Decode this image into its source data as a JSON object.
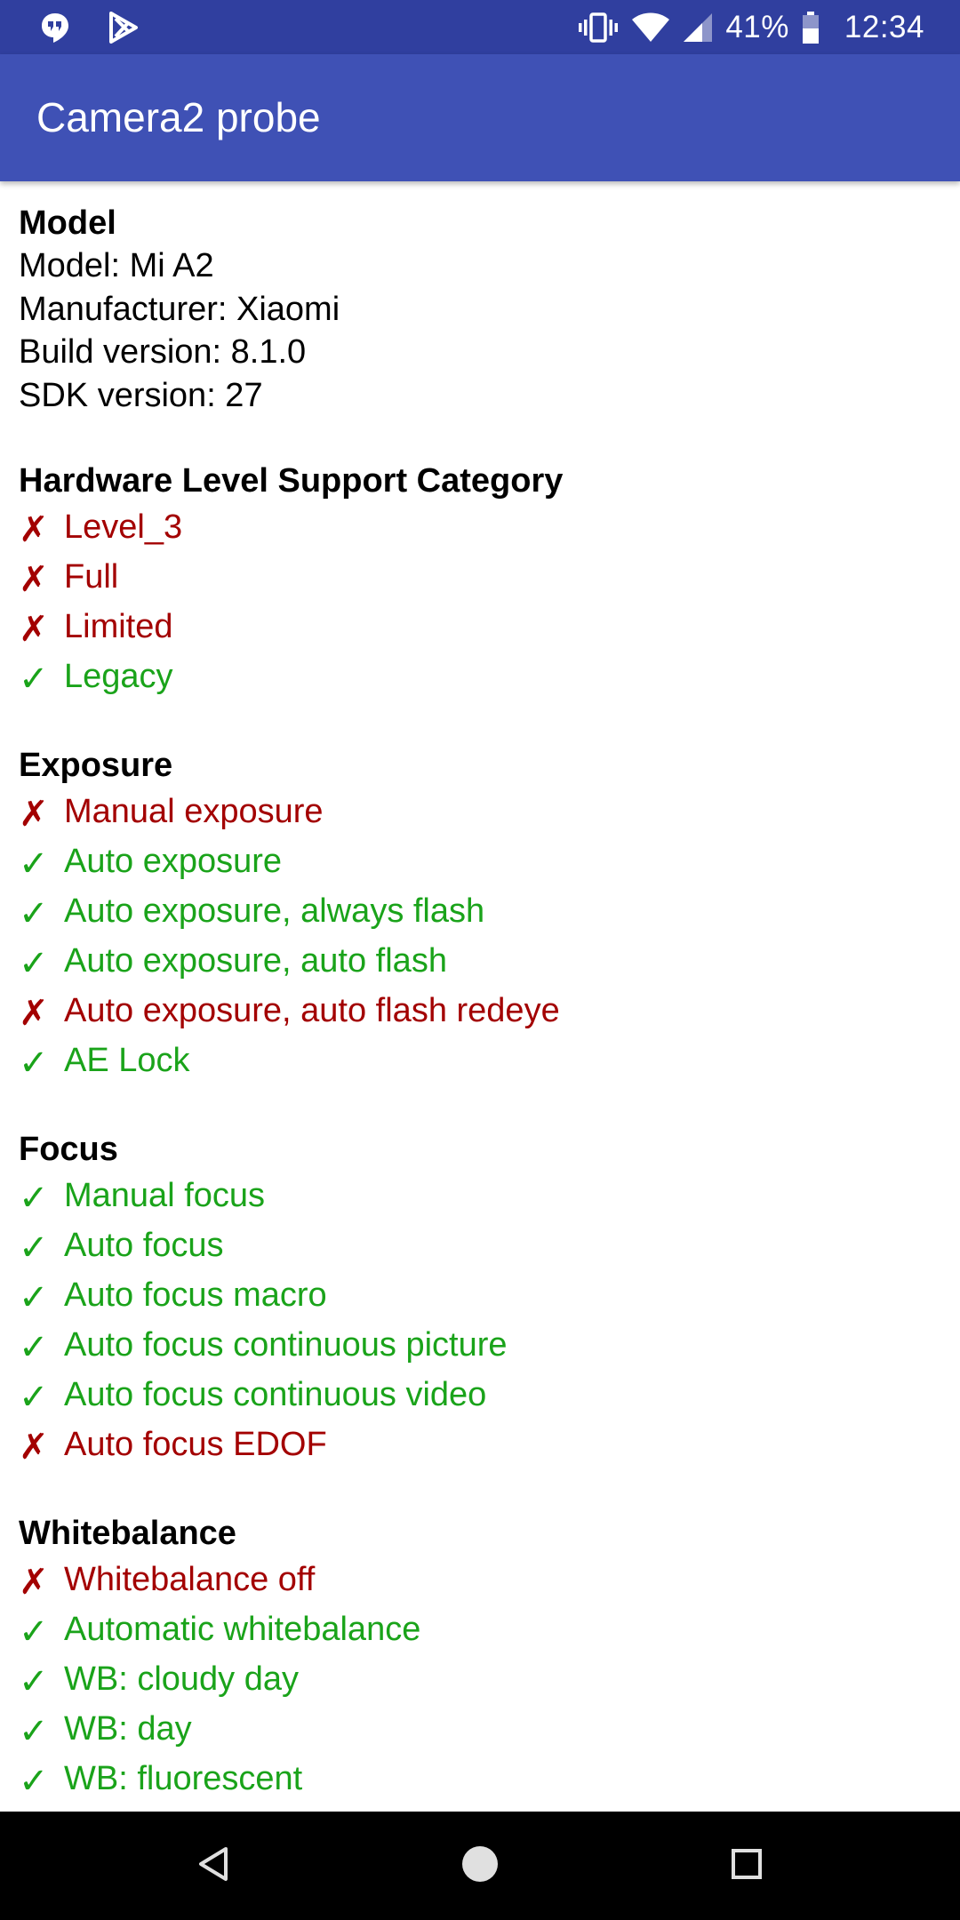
{
  "status_bar": {
    "battery_percent": "41%",
    "time": "12:34",
    "icons": [
      "hangouts-icon",
      "play-store-icon",
      "vibrate-icon",
      "wifi-icon",
      "cell-signal-icon",
      "battery-icon"
    ]
  },
  "app_bar": {
    "title": "Camera2 probe"
  },
  "colors": {
    "status_bar": "#303f9f",
    "app_bar": "#3f51b5",
    "supported": "#1aa31a",
    "unsupported": "#a30000"
  },
  "glyphs": {
    "supported": "✓",
    "unsupported": "✗"
  },
  "model": {
    "title": "Model",
    "lines": [
      "Model: Mi A2",
      "Manufacturer: Xiaomi",
      "Build version: 8.1.0",
      "SDK version: 27"
    ]
  },
  "hardware_level": {
    "title": "Hardware Level Support Category",
    "items": [
      {
        "label": "Level_3",
        "supported": false
      },
      {
        "label": "Full",
        "supported": false
      },
      {
        "label": "Limited",
        "supported": false
      },
      {
        "label": "Legacy",
        "supported": true
      }
    ]
  },
  "exposure": {
    "title": "Exposure",
    "items": [
      {
        "label": "Manual exposure",
        "supported": false
      },
      {
        "label": "Auto exposure",
        "supported": true
      },
      {
        "label": "Auto exposure, always flash",
        "supported": true
      },
      {
        "label": "Auto exposure, auto flash",
        "supported": true
      },
      {
        "label": "Auto exposure, auto flash redeye",
        "supported": false
      },
      {
        "label": "AE Lock",
        "supported": true
      }
    ]
  },
  "focus": {
    "title": "Focus",
    "items": [
      {
        "label": "Manual focus",
        "supported": true
      },
      {
        "label": "Auto focus",
        "supported": true
      },
      {
        "label": "Auto focus macro",
        "supported": true
      },
      {
        "label": "Auto focus continuous picture",
        "supported": true
      },
      {
        "label": "Auto focus continuous video",
        "supported": true
      },
      {
        "label": "Auto focus EDOF",
        "supported": false
      }
    ]
  },
  "whitebalance": {
    "title": "Whitebalance",
    "items": [
      {
        "label": "Whitebalance off",
        "supported": false
      },
      {
        "label": "Automatic whitebalance",
        "supported": true
      },
      {
        "label": "WB: cloudy day",
        "supported": true
      },
      {
        "label": "WB: day",
        "supported": true
      },
      {
        "label": "WB: fluorescent",
        "supported": true
      }
    ]
  },
  "nav_bar": {
    "buttons": [
      "back-icon",
      "home-icon",
      "recents-icon"
    ]
  }
}
